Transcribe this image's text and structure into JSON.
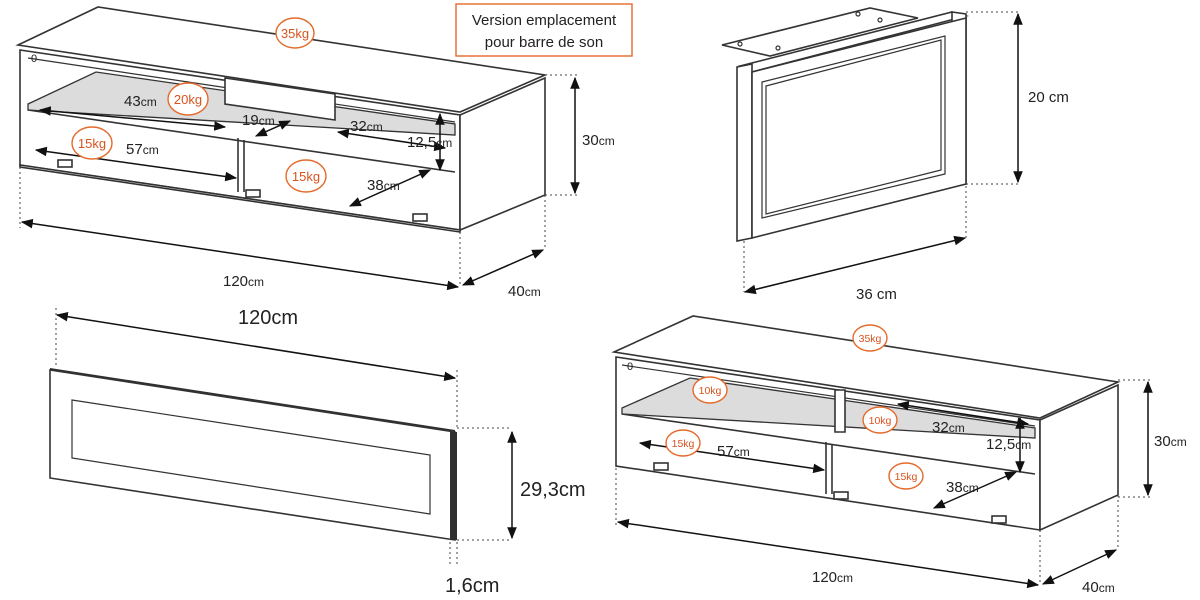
{
  "note": {
    "line1": "Version emplacement",
    "line2": "pour barre de son"
  },
  "top_left_unit": {
    "loads": {
      "top": "35kg",
      "shelf": "20kg",
      "left_bay": "15kg",
      "right_bay": "15kg"
    },
    "dims": {
      "shelf_width": "43",
      "opening_width": "19",
      "right_shelf_width": "32",
      "right_height": "12,5",
      "left_bay_width": "57",
      "right_bay_width": "38",
      "height": "30",
      "length": "120",
      "depth": "40"
    }
  },
  "bracket": {
    "height": "20 cm",
    "width": "36 cm"
  },
  "panel": {
    "length": "120cm",
    "height": "29,3cm",
    "thickness": "1,6cm"
  },
  "bottom_right_unit": {
    "loads": {
      "top": "35kg",
      "left_shelf": "10kg",
      "right_shelf": "10kg",
      "left_bay": "15kg",
      "right_bay": "15kg"
    },
    "dims": {
      "right_shelf_width": "32",
      "right_height": "12,5",
      "left_bay_width": "57",
      "right_bay_width": "38",
      "height": "30",
      "length": "120",
      "depth": "40"
    }
  },
  "unit": "cm",
  "colors": {
    "accent": "#e46a2b",
    "line": "#333333"
  }
}
